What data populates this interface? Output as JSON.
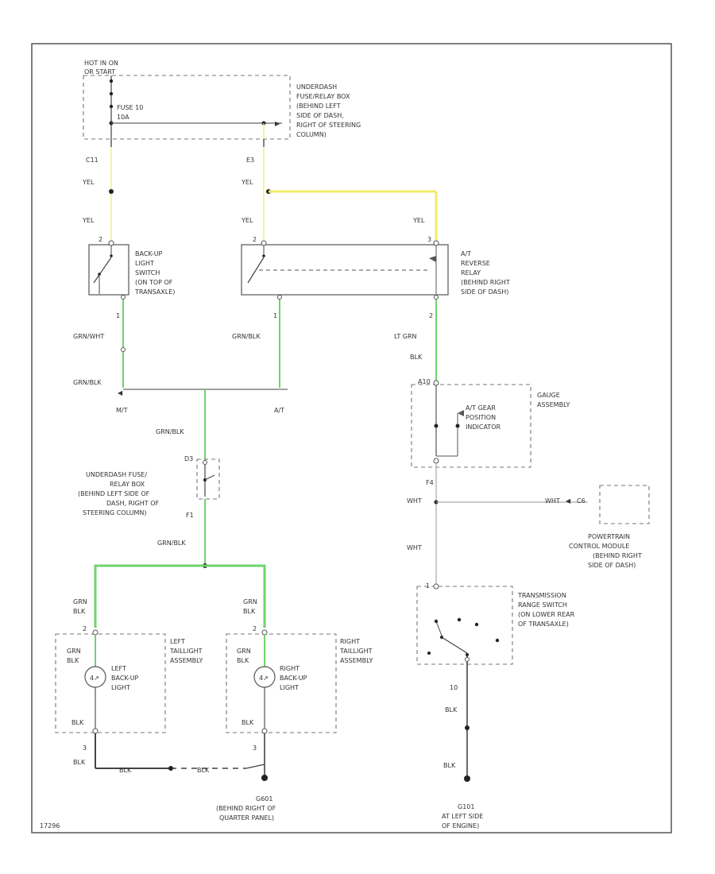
{
  "colors": {
    "yellow": "#f3ea6a",
    "green": "#6ed36e",
    "gray": "#999999",
    "black": "#333333"
  },
  "fuse_box_top": {
    "title_line1": "HOT IN ON",
    "title_line2": "OR START",
    "fuse_line1": "FUSE 10",
    "fuse_line2": "10A",
    "location": [
      "UNDERDASH",
      "FUSE/RELAY BOX",
      "(BEHIND LEFT",
      "SIDE OF DASH,",
      "RIGHT OF STEERING",
      "COLUMN)"
    ],
    "pin_left": "C11",
    "pin_right": "E3"
  },
  "wire_labels": {
    "yel_a": "YEL",
    "yel_b": "YEL",
    "yel_c": "YEL",
    "yel_d": "YEL",
    "yel_e": "YEL",
    "grn_wht": "GRN/WHT",
    "grn_blk_1": "GRN/BLK",
    "grn_blk_2": "GRN/BLK",
    "grn_blk_3": "GRN/BLK",
    "grn_blk_4": "GRN/BLK",
    "lt_grn": "LT GRN",
    "blk_1": "BLK",
    "wht_1": "WHT",
    "wht_2": "WHT",
    "wht_3": "WHT",
    "grn_blk_left": [
      "GRN",
      "BLK"
    ],
    "grn_blk_right": [
      "GRN",
      "BLK"
    ],
    "grn_blk_left_in": [
      "GRN",
      "BLK"
    ],
    "grn_blk_right_in": [
      "GRN",
      "BLK"
    ],
    "blk_left": "BLK",
    "blk_right": "BLK",
    "blk_ground_left": "BLK",
    "blk_ground_mid1": "BLK",
    "blk_ground_mid2": "BLK",
    "blk_trans_1": "BLK",
    "blk_trans_2": "BLK"
  },
  "backup_switch": {
    "label": [
      "BACK-UP",
      "LIGHT",
      "SWITCH",
      "(ON TOP OF",
      "TRANSAXLE)"
    ],
    "pin_top": "2",
    "pin_bottom": "1"
  },
  "reverse_relay": {
    "label": [
      "A/T",
      "REVERSE",
      "RELAY",
      "(BEHIND RIGHT",
      "SIDE OF DASH)"
    ],
    "pin_top_left": "2",
    "pin_top_right": "3",
    "pin_bottom_left": "1",
    "pin_bottom_right": "2"
  },
  "transmission_labels": {
    "mt": "M/T",
    "at": "A/T"
  },
  "gauge_assembly": {
    "label": [
      "GAUGE",
      "ASSEMBLY"
    ],
    "indicator": [
      "A/T GEAR",
      "POSITION",
      "INDICATOR"
    ],
    "pin_top": "A10",
    "pin_bottom": "F4"
  },
  "underdash_fuse_relay": {
    "label": [
      "UNDERDASH FUSE/",
      "RELAY BOX",
      "(BEHIND LEFT SIDE OF",
      "DASH, RIGHT OF",
      "STEERING COLUMN)"
    ],
    "pin_top": "D3",
    "pin_bottom": "F1"
  },
  "pcm": {
    "label": [
      "POWERTRAIN",
      "CONTROL MODULE",
      "(BEHIND RIGHT",
      "SIDE OF DASH)"
    ],
    "pin": "C6"
  },
  "trans_range_switch": {
    "label": [
      "TRANSMISSION",
      "RANGE SWITCH",
      "(ON LOWER REAR",
      "OF TRANSAXLE)"
    ],
    "pin_top": "1",
    "pin_bottom": "10"
  },
  "left_taillight": {
    "label": [
      "LEFT",
      "TAILLIGHT",
      "ASSEMBLY"
    ],
    "bulb": [
      "LEFT",
      "BACK-UP",
      "LIGHT"
    ],
    "pin_top": "2",
    "pin_bottom": "3"
  },
  "right_taillight": {
    "label": [
      "RIGHT",
      "TAILLIGHT",
      "ASSEMBLY"
    ],
    "bulb": [
      "RIGHT",
      "BACK-UP",
      "LIGHT"
    ],
    "pin_top": "2",
    "pin_bottom": "3"
  },
  "ground_left": {
    "name": "G601",
    "label": [
      "(BEHIND RIGHT OF",
      "QUARTER PANEL)"
    ]
  },
  "ground_right": {
    "name": "G101",
    "label": [
      "AT LEFT SIDE",
      "OF ENGINE)"
    ]
  },
  "footer_code": "17296"
}
